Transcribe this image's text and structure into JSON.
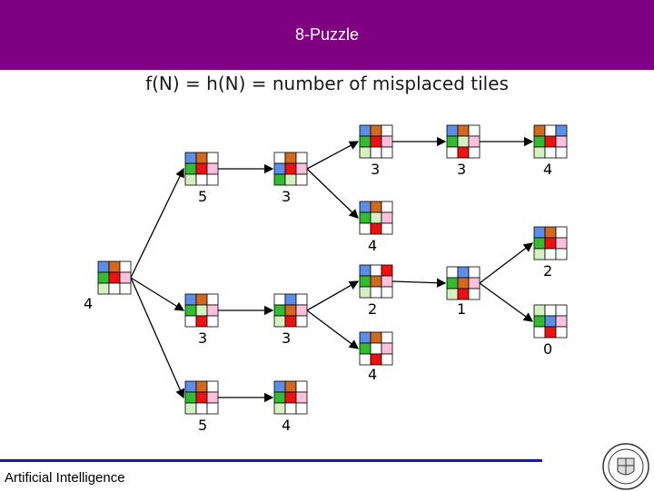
{
  "header": {
    "title": "8-Puzzle"
  },
  "formula": "f(N) = h(N) = number of misplaced tiles",
  "footer": {
    "course": "Artificial Intelligence"
  },
  "colors": {
    "header_bg": "#7f0080",
    "tile_blue": "#5b8ee6",
    "tile_orange": "#d2691e",
    "tile_red": "#ee1111",
    "tile_pink": "#ffc0dd",
    "tile_green": "#33bb33",
    "tile_lightgreen": "#d4f0c0",
    "tile_empty": "#ffffff"
  },
  "nodes": [
    {
      "id": "root",
      "h": "4",
      "tiles": [
        "blue",
        "orange",
        "empty",
        "green",
        "red",
        "pink",
        "lightgreen",
        "empty",
        "empty"
      ]
    },
    {
      "id": "l1a",
      "h": "5",
      "tiles": [
        "blue",
        "orange",
        "empty",
        "green",
        "red",
        "pink",
        "lightgreen",
        "empty",
        "empty"
      ]
    },
    {
      "id": "l1b",
      "h": "3",
      "tiles": [
        "empty",
        "orange",
        "empty",
        "blue",
        "red",
        "pink",
        "green",
        "lightgreen",
        "empty"
      ]
    },
    {
      "id": "l1c",
      "h": "5",
      "tiles": [
        "blue",
        "orange",
        "empty",
        "green",
        "red",
        "pink",
        "lightgreen",
        "empty",
        "empty"
      ]
    },
    {
      "id": "l2a",
      "h": "3",
      "tiles": [
        "blue",
        "orange",
        "empty",
        "green",
        "lightgreen",
        "pink",
        "empty",
        "red",
        "empty"
      ]
    },
    {
      "id": "l2b",
      "h": "3",
      "tiles": [
        "empty",
        "blue",
        "empty",
        "green",
        "orange",
        "pink",
        "lightgreen",
        "red",
        "empty"
      ]
    },
    {
      "id": "l2c",
      "h": "4",
      "tiles": [
        "blue",
        "orange",
        "empty",
        "green",
        "red",
        "pink",
        "lightgreen",
        "empty",
        "empty"
      ]
    },
    {
      "id": "l3a",
      "h": "3",
      "tiles": [
        "blue",
        "orange",
        "empty",
        "green",
        "red",
        "pink",
        "lightgreen",
        "empty",
        "empty"
      ]
    },
    {
      "id": "l3b",
      "h": "4",
      "tiles": [
        "blue",
        "orange",
        "empty",
        "green",
        "lightgreen",
        "pink",
        "empty",
        "red",
        "empty"
      ]
    },
    {
      "id": "l3c",
      "h": "2",
      "tiles": [
        "blue",
        "empty",
        "red",
        "green",
        "orange",
        "pink",
        "lightgreen",
        "empty",
        "empty"
      ]
    },
    {
      "id": "l3d",
      "h": "4",
      "tiles": [
        "blue",
        "orange",
        "empty",
        "green",
        "empty",
        "pink",
        "empty",
        "red",
        "empty"
      ]
    },
    {
      "id": "l4a",
      "h": "3",
      "tiles": [
        "blue",
        "orange",
        "empty",
        "green",
        "lightgreen",
        "pink",
        "empty",
        "red",
        "empty"
      ]
    },
    {
      "id": "l4b",
      "h": "1",
      "tiles": [
        "empty",
        "blue",
        "empty",
        "green",
        "orange",
        "pink",
        "lightgreen",
        "red",
        "empty"
      ]
    },
    {
      "id": "l5a",
      "h": "4",
      "tiles": [
        "orange",
        "empty",
        "blue",
        "green",
        "red",
        "pink",
        "lightgreen",
        "empty",
        "empty"
      ]
    },
    {
      "id": "l5b",
      "h": "2",
      "tiles": [
        "blue",
        "orange",
        "empty",
        "green",
        "red",
        "pink",
        "lightgreen",
        "empty",
        "empty"
      ]
    },
    {
      "id": "l5c",
      "h": "0",
      "tiles": [
        "lightgreen",
        "empty",
        "empty",
        "green",
        "blue",
        "pink",
        "empty",
        "red",
        "empty"
      ]
    }
  ],
  "edges": [
    [
      "root",
      "l1a"
    ],
    [
      "root",
      "l2a"
    ],
    [
      "root",
      "l1c"
    ],
    [
      "l1a",
      "l1b"
    ],
    [
      "l2a",
      "l2b"
    ],
    [
      "l1c",
      "l2c"
    ],
    [
      "l1b",
      "l3a"
    ],
    [
      "l1b",
      "l3b"
    ],
    [
      "l2b",
      "l3c"
    ],
    [
      "l2b",
      "l3d"
    ],
    [
      "l3a",
      "l4a"
    ],
    [
      "l3c",
      "l4b"
    ],
    [
      "l4a",
      "l5a"
    ],
    [
      "l4b",
      "l5b"
    ],
    [
      "l4b",
      "l5c"
    ]
  ]
}
